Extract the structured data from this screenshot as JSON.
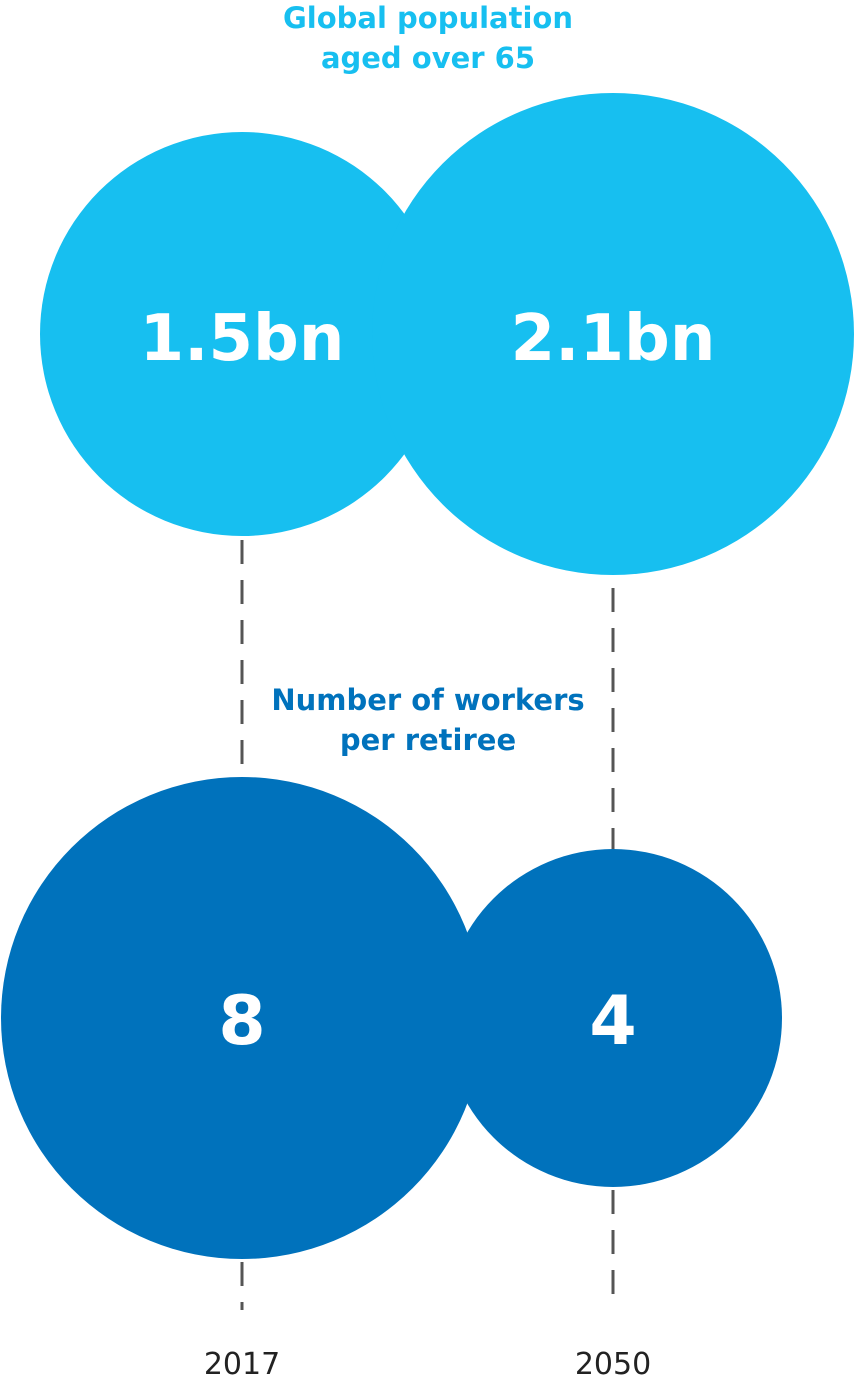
{
  "chart_data": {
    "type": "bubble",
    "x": [
      "2017",
      "2050"
    ],
    "panels": [
      {
        "title": [
          "Global population",
          "aged over 65"
        ],
        "values": [
          1.5,
          2.1
        ],
        "labels": [
          "1.5bn",
          "2.1bn"
        ],
        "unit": "bn",
        "color": "#17bff0"
      },
      {
        "title": [
          "Number of workers",
          "per retiree"
        ],
        "values": [
          8,
          4
        ],
        "labels": [
          "8",
          "4"
        ],
        "color": "#0072bc"
      }
    ]
  }
}
